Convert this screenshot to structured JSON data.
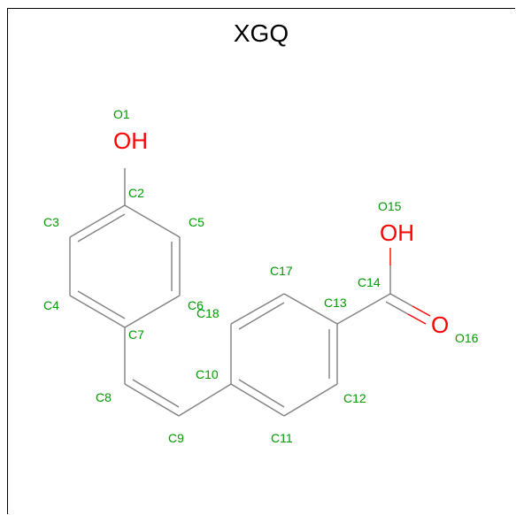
{
  "title": "XGQ",
  "colors": {
    "bond": "#808080",
    "atom_label": "#009900",
    "oxygen": "#ff0000",
    "title": "#000000"
  },
  "atom_labels": {
    "O1": "O1",
    "C2": "C2",
    "C3": "C3",
    "C4": "C4",
    "C5": "C5",
    "C6": "C6",
    "C7": "C7",
    "C8": "C8",
    "C9": "C9",
    "C10": "C10",
    "C11": "C11",
    "C12": "C12",
    "C13": "C13",
    "C14": "C14",
    "O15": "O15",
    "O16": "O16",
    "C17": "C17",
    "C18": "C18"
  },
  "hetero_atoms": {
    "oh1": "OH",
    "oh2": "OH",
    "o_carbonyl": "O"
  }
}
